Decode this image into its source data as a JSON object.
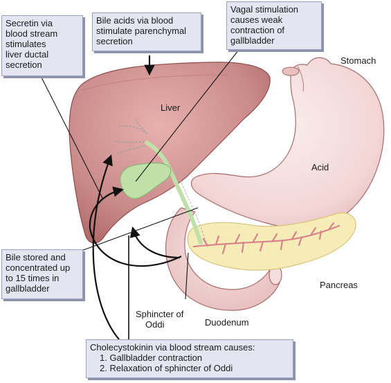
{
  "callouts": {
    "secretin": {
      "lines": [
        "Secretin via",
        "blood stream",
        "stimulates",
        "liver ductal",
        "secretion"
      ]
    },
    "bile_acids": {
      "lines": [
        "Bile acids via blood",
        "stimulate parenchymal",
        "secretion"
      ]
    },
    "vagal": {
      "lines": [
        "Vagal stimulation",
        "causes weak",
        "contraction of",
        "gallbladder"
      ]
    },
    "bile_stored": {
      "lines": [
        "Bile stored and",
        "concentrated up",
        "to 15 times in",
        "gallbladder"
      ]
    },
    "cholecystokinin": {
      "lines": [
        "Cholecystokinin via blood stream causes:",
        "1. Gallbladder contraction",
        "2. Relaxation of sphincter of Oddi"
      ]
    }
  },
  "labels": {
    "stomach": "Stomach",
    "liver": "Liver",
    "acid": "Acid",
    "pancreas": "Pancreas",
    "sphincter": [
      "Sphincter of",
      "Oddi"
    ],
    "duodenum": "Duodenum"
  },
  "colors": {
    "liver": "#c98a8a",
    "stomach": "#f3dcdc",
    "gallbladder": "#bfe0a8",
    "pancreas": "#f6ecb8",
    "pancreatic_duct": "#d9828a",
    "callout_fill": "#e3e5f0"
  }
}
